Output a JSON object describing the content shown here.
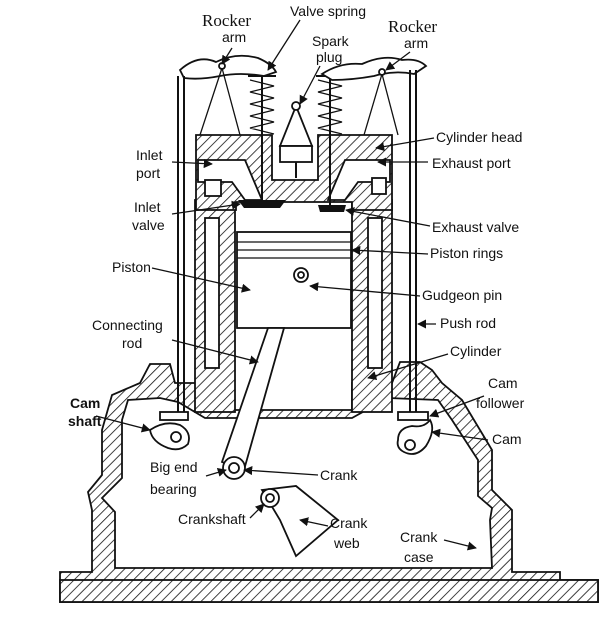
{
  "diagram": {
    "labels": {
      "rocker_left_1": "Rocker",
      "rocker_left_2": "arm",
      "valve_spring": "Valve spring",
      "spark_1": "Spark",
      "spark_2": "plug",
      "rocker_right_1": "Rocker",
      "rocker_right_2": "arm",
      "cylinder_head": "Cylinder head",
      "exhaust_port": "Exhaust port",
      "inlet_port_1": "Inlet",
      "inlet_port_2": "port",
      "inlet_valve_1": "Inlet",
      "inlet_valve_2": "valve",
      "exhaust_valve": "Exhaust valve",
      "piston_rings": "Piston rings",
      "piston": "Piston",
      "gudgeon_pin": "Gudgeon pin",
      "connecting_rod_1": "Connecting",
      "connecting_rod_2": "rod",
      "push_rod": "Push rod",
      "cylinder": "Cylinder",
      "cam_shaft_1": "Cam",
      "cam_shaft_2": "shaft",
      "cam_follower_1": "Cam",
      "cam_follower_2": "follower",
      "cam": "Cam",
      "big_end_1": "Big end",
      "big_end_2": "bearing",
      "crank": "Crank",
      "crankshaft": "Crankshaft",
      "crank_web_1": "Crank",
      "crank_web_2": "web",
      "crank_case_1": "Crank",
      "crank_case_2": "case"
    }
  }
}
